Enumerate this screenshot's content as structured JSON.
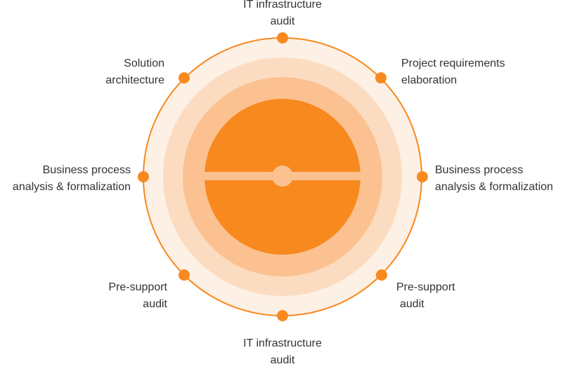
{
  "colors": {
    "accent": "#f7891f",
    "ring_outer": "#fdf0e5",
    "ring_2": "#fcdcc0",
    "ring_3": "#fbc190",
    "core": "#f7891f",
    "core_bar": "#fbc190",
    "text": "#333333"
  },
  "labels": {
    "top": {
      "line1": "IT infrastructure",
      "line2": "audit"
    },
    "top_right": {
      "line1": "Project requirements",
      "line2": "elaboration"
    },
    "right": {
      "line1": "Business process",
      "line2": "analysis & formalization"
    },
    "bottom_right": {
      "line1": "Pre-support",
      "line2": "audit"
    },
    "bottom": {
      "line1": "IT infrastructure",
      "line2": "audit"
    },
    "bottom_left": {
      "line1": "Pre-support",
      "line2": "audit"
    },
    "left": {
      "line1": "Business process",
      "line2": "analysis & formalization"
    },
    "top_left": {
      "line1": "Solution",
      "line2": "architecture"
    }
  }
}
